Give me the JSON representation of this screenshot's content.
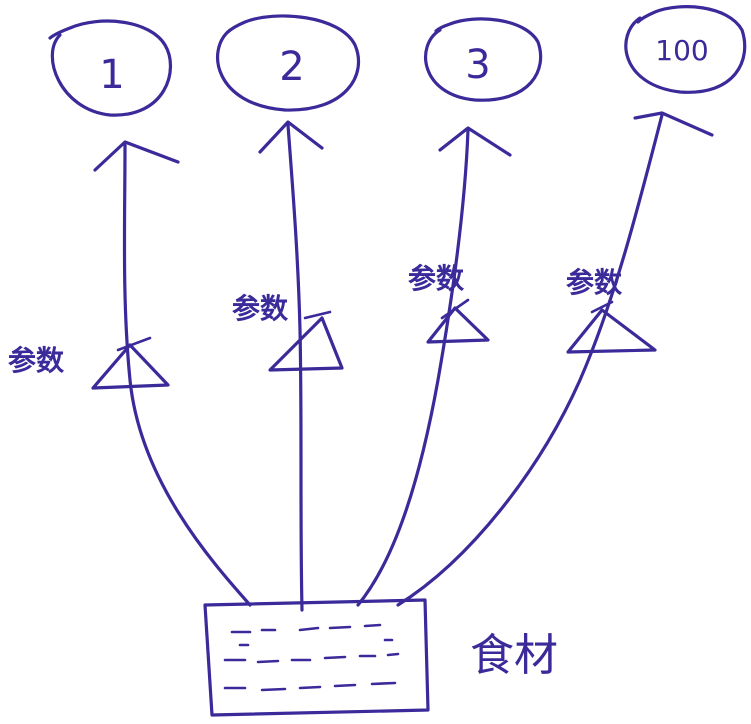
{
  "diagram": {
    "nodes": [
      {
        "label": "1"
      },
      {
        "label": "2"
      },
      {
        "label": "3"
      },
      {
        "label": "100"
      }
    ],
    "parameter_label": "参数",
    "ingredient_label": "食材"
  },
  "colors": {
    "ink": "#3a2a9a",
    "background": "#ffffff"
  }
}
